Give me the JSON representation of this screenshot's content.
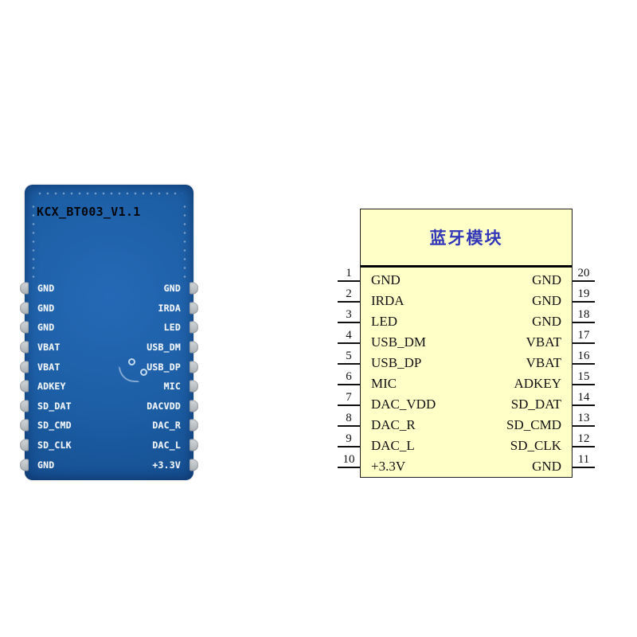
{
  "colors": {
    "board_blue": "#1d5fa6",
    "schem_fill": "#ffffc8",
    "schem_title_blue": "#3237b8",
    "silkscreen_white": "#f2f6fa",
    "pin_line_black": "#111111"
  },
  "pcb": {
    "title": "KCX_BT003_V1.1",
    "left_pins": [
      "GND",
      "GND",
      "GND",
      "VBAT",
      "VBAT",
      "ADKEY",
      "SD_DAT",
      "SD_CMD",
      "SD_CLK",
      "GND"
    ],
    "right_pins": [
      "GND",
      "IRDA",
      "LED",
      "USB_DM",
      "USB_DP",
      "MIC",
      "DACVDD",
      "DAC_R",
      "DAC_L",
      "+3.3V"
    ]
  },
  "schematic": {
    "title": "蓝牙模块",
    "left_pins": [
      {
        "num": "1",
        "label": "GND"
      },
      {
        "num": "2",
        "label": "IRDA"
      },
      {
        "num": "3",
        "label": "LED"
      },
      {
        "num": "4",
        "label": "USB_DM"
      },
      {
        "num": "5",
        "label": "USB_DP"
      },
      {
        "num": "6",
        "label": "MIC"
      },
      {
        "num": "7",
        "label": "DAC_VDD"
      },
      {
        "num": "8",
        "label": "DAC_R"
      },
      {
        "num": "9",
        "label": "DAC_L"
      },
      {
        "num": "10",
        "label": "+3.3V"
      }
    ],
    "right_pins": [
      {
        "num": "20",
        "label": "GND"
      },
      {
        "num": "19",
        "label": "GND"
      },
      {
        "num": "18",
        "label": "GND"
      },
      {
        "num": "17",
        "label": "VBAT"
      },
      {
        "num": "16",
        "label": "VBAT"
      },
      {
        "num": "15",
        "label": "ADKEY"
      },
      {
        "num": "14",
        "label": "SD_DAT"
      },
      {
        "num": "13",
        "label": "SD_CMD"
      },
      {
        "num": "12",
        "label": "SD_CLK"
      },
      {
        "num": "11",
        "label": "GND"
      }
    ]
  }
}
